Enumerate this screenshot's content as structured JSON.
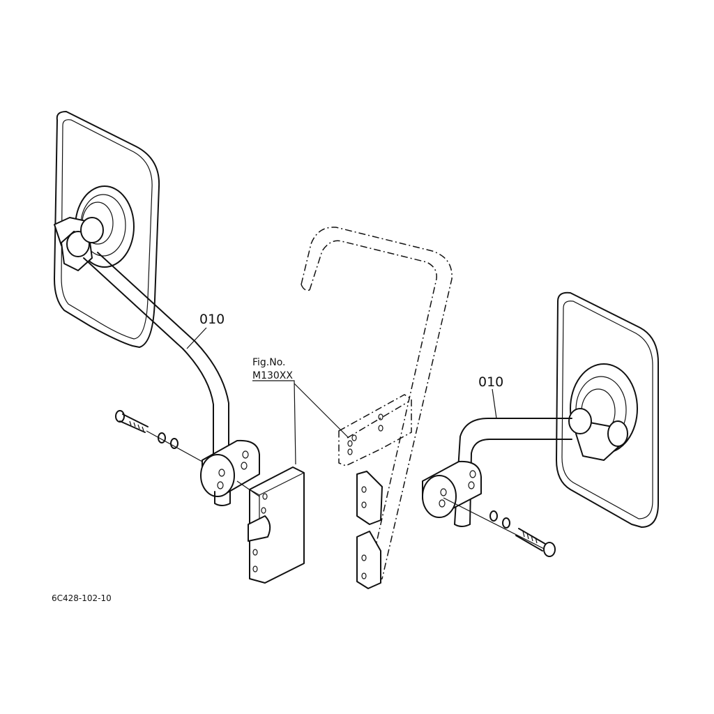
{
  "diagram": {
    "callouts": [
      {
        "id": "left",
        "text": "010"
      },
      {
        "id": "right",
        "text": "010"
      }
    ],
    "figure_reference": {
      "line1": "Fig.No.",
      "line2": "M130XX"
    },
    "drawing_code": "6C428-102-10"
  }
}
